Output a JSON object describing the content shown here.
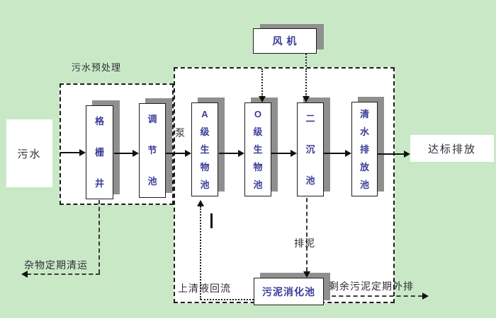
{
  "colors": {
    "background": "#c9e9c6",
    "box_fill": "#ffffff",
    "box_border": "#1c1c1c",
    "box_shadow": "#8f8f8f",
    "tank_text": "#3b3b99",
    "label_text": "#2e2e38"
  },
  "nodes": {
    "influent": "污水",
    "grid_well": "格\n栅\n井",
    "regulating_tank": "调\n节\n池",
    "a_bio_tank": "A\n级\n生\n物\n池",
    "o_bio_tank": "O\n级\n生\n物\n池",
    "secondary_sedimentation_tank": "二\n沉\n池",
    "clean_water_discharge_tank": "清\n水\n排\n放\n池",
    "blower": "风 机",
    "sludge_digestion_tank": "污泥消化池",
    "effluent": "达标排放"
  },
  "labels": {
    "pretreatment_zone": "污水预处理",
    "pump": "泵",
    "debris_removal": "杂物定期清运",
    "supernatant_return": "上清液回流",
    "sludge_discharge": "排泥",
    "excess_sludge_removal": "剩余污泥定期外排"
  }
}
